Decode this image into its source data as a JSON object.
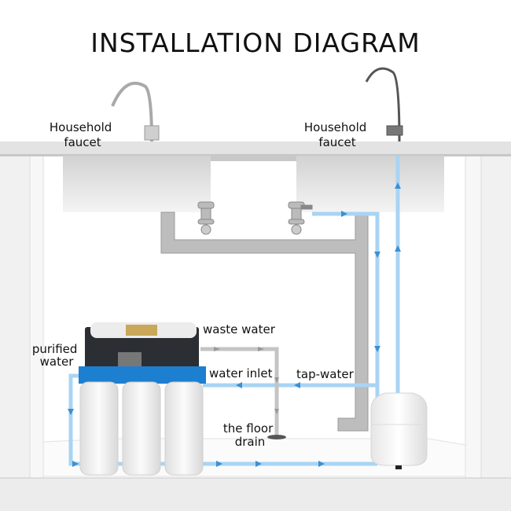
{
  "title": "INSTALLATION DIAGRAM",
  "labels": {
    "faucet_left": [
      "Household",
      "faucet"
    ],
    "faucet_right": [
      "Household",
      "faucet"
    ],
    "waste_water": "waste water",
    "purified_water": [
      "purified",
      "water"
    ],
    "water_inlet": "water inlet",
    "tap_water": "tap-water",
    "floor_drain": [
      "the floor",
      "drain"
    ]
  },
  "colors": {
    "water_line": "#9fd0f2",
    "arrow": "#3d8fd1",
    "pipe": "#b8b8b8",
    "filter_band": "#1d7fd0"
  }
}
